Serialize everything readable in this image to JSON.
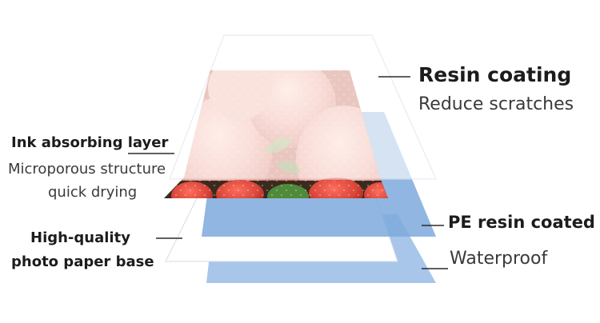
{
  "layers": [
    {
      "id": "resin",
      "title": "Resin coating",
      "subtitle": "Reduce scratches"
    },
    {
      "id": "ink",
      "title": "Ink absorbing layer",
      "subtitle_lines": [
        "Microporous structure",
        "quick drying"
      ]
    },
    {
      "id": "base",
      "title_lines": [
        "High-quality",
        "photo paper base"
      ]
    },
    {
      "id": "pe",
      "title": "PE resin coated",
      "subtitle": "Waterproof"
    }
  ],
  "colors": {
    "blue_sheet": "#7ea9dc",
    "blue_sheet_light": "#a7c6ea",
    "white_sheet": "#ffffff",
    "sheet_edge": "#d6dbe3",
    "strawberry_red": "#d9463a",
    "strawberry_light": "#f0a89c",
    "leaf_green": "#4e8a3a",
    "leader_line": "#2b2b2b"
  },
  "icons": [
    "strawberry-photo"
  ]
}
